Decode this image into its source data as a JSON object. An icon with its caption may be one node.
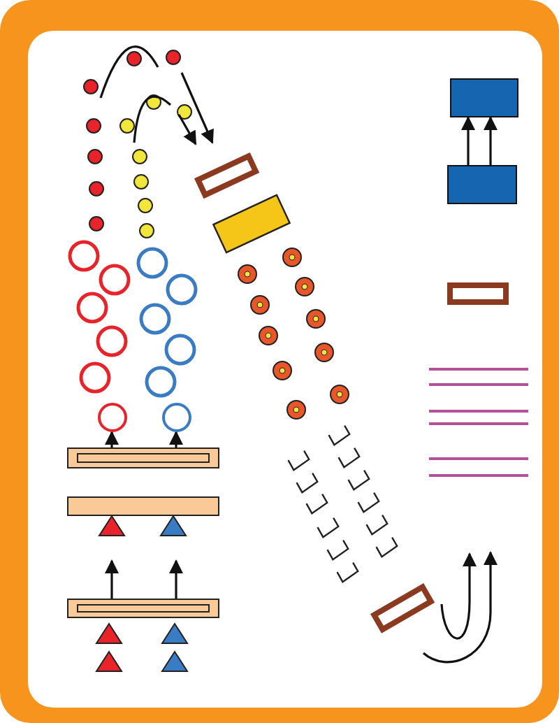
{
  "diagram": {
    "nodes": [
      {
        "text": [],
        "shape": "box"
      },
      {
        "text": [],
        "shape": "box"
      },
      {
        "text": [],
        "shape": "box"
      },
      {
        "text": [],
        "shape": "box"
      },
      {
        "text": [],
        "shape": "circle"
      },
      {
        "text": [],
        "shape": "circle"
      },
      {
        "text": [],
        "shape": "bar"
      },
      {
        "text": [],
        "shape": "bar"
      },
      {
        "text": [],
        "shape": "bar"
      },
      {
        "text": [],
        "shape": "box"
      }
    ],
    "edges": [
      {
        "from": 1,
        "to": 0,
        "arrow": "to"
      },
      {
        "from": 1,
        "to": 0,
        "arrow": "to"
      },
      {
        "from": null,
        "to": 2,
        "arrow": "to"
      },
      {
        "from": null,
        "to": 2,
        "arrow": "to"
      },
      {
        "from": 6,
        "to": 4,
        "arrow": "to"
      },
      {
        "from": 6,
        "to": 5,
        "arrow": "to"
      },
      {
        "from": 8,
        "to": 7,
        "arrow": "to"
      },
      {
        "from": 8,
        "to": 7,
        "arrow": "to"
      },
      {
        "from": 9,
        "to": null,
        "arrow": "to"
      },
      {
        "from": 9,
        "to": null,
        "arrow": "to"
      }
    ]
  }
}
